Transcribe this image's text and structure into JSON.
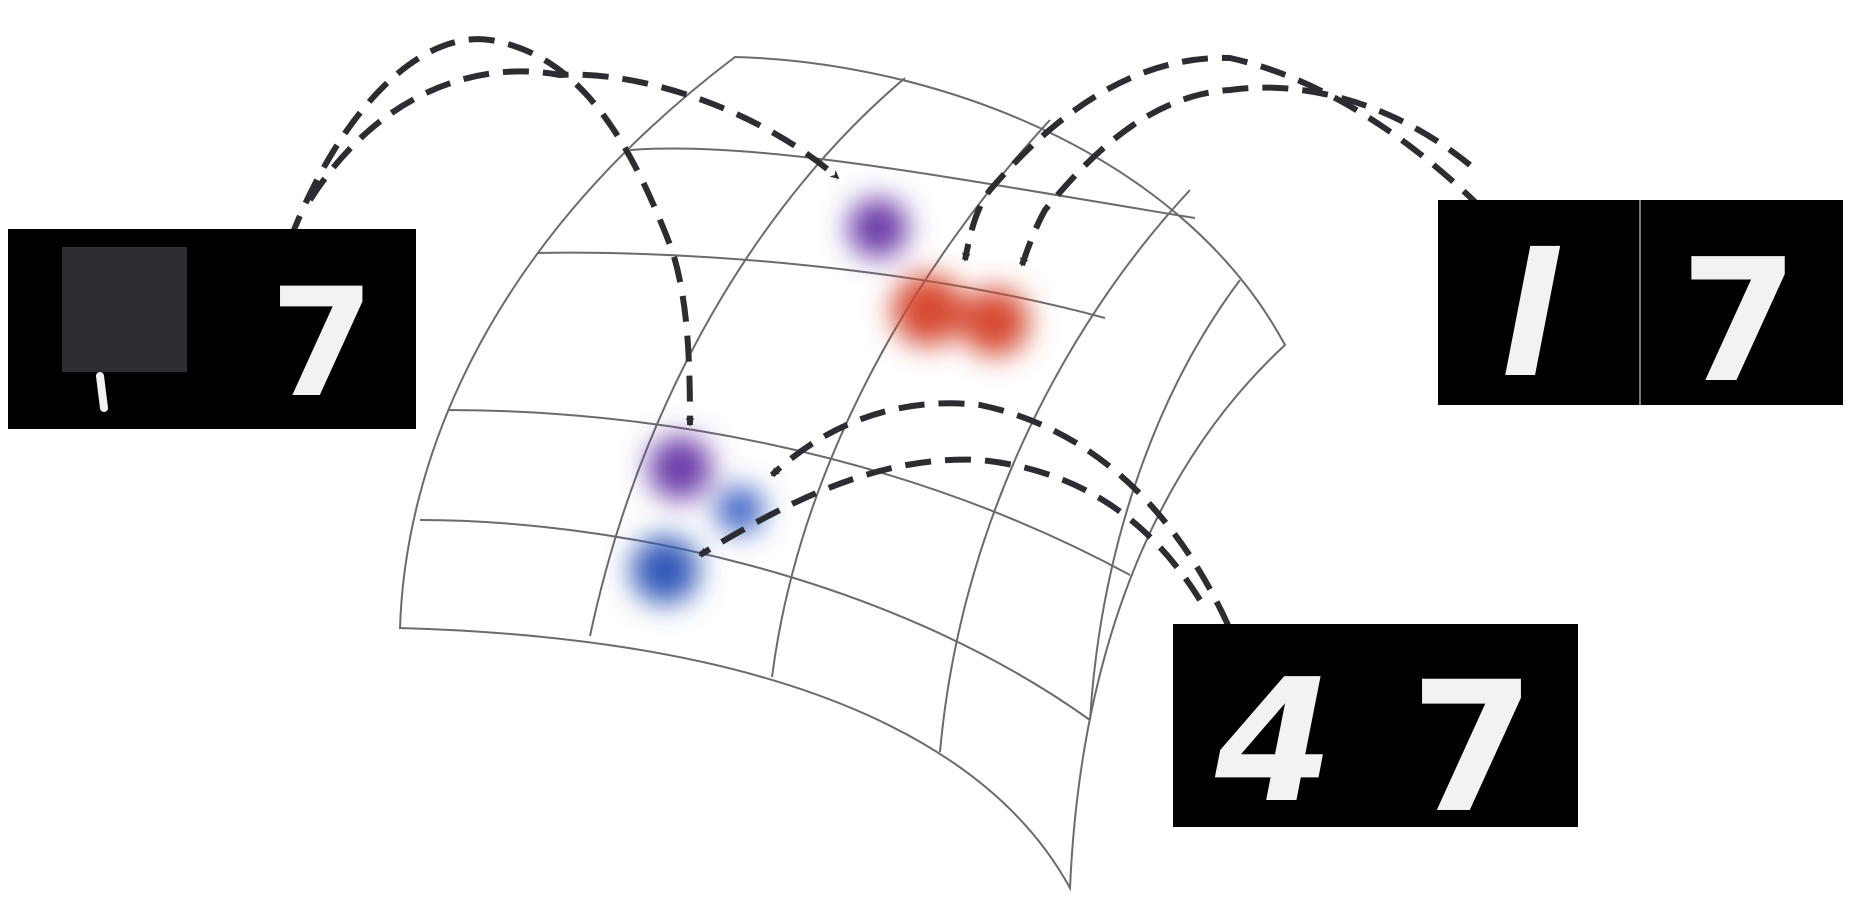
{
  "panels": [
    {
      "id": "left",
      "digits": [
        "",
        "7"
      ],
      "occluded": true
    },
    {
      "id": "right",
      "digits": [
        "l",
        "7"
      ],
      "occluded": false
    },
    {
      "id": "bottom",
      "digits": [
        "4",
        "7"
      ],
      "occluded": false
    }
  ],
  "blobs": [
    {
      "name": "purple-blob-top",
      "color": "#6a3aa8"
    },
    {
      "name": "red-blob-left",
      "color": "#d64a33"
    },
    {
      "name": "red-blob-right",
      "color": "#d64a33"
    },
    {
      "name": "purple-blob-bottom",
      "color": "#6a3aa8"
    },
    {
      "name": "blue-blob-small",
      "color": "#3f63c4"
    },
    {
      "name": "blue-blob-large",
      "color": "#3358b8"
    }
  ],
  "colors": {
    "arrow": "#2c2d33",
    "grid": "#6b6b6b",
    "panel": "#000000",
    "occluder": "#2d2e34"
  }
}
